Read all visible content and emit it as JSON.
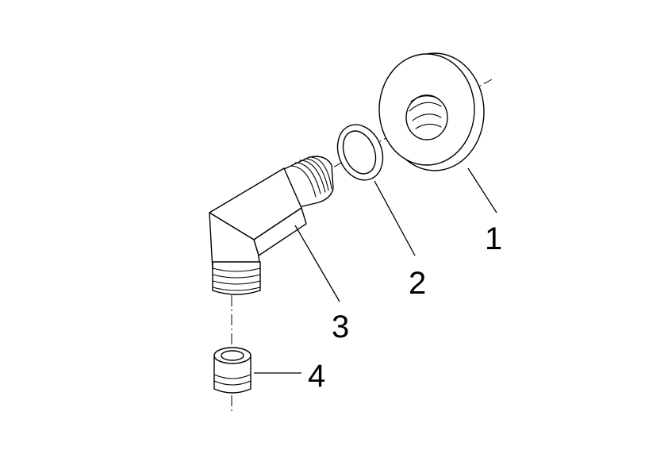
{
  "diagram": {
    "type": "exploded-parts-drawing",
    "background_color": "#ffffff",
    "line_color": "#000000",
    "callouts": [
      {
        "label": "1"
      },
      {
        "label": "2"
      },
      {
        "label": "3"
      },
      {
        "label": "4"
      }
    ]
  }
}
